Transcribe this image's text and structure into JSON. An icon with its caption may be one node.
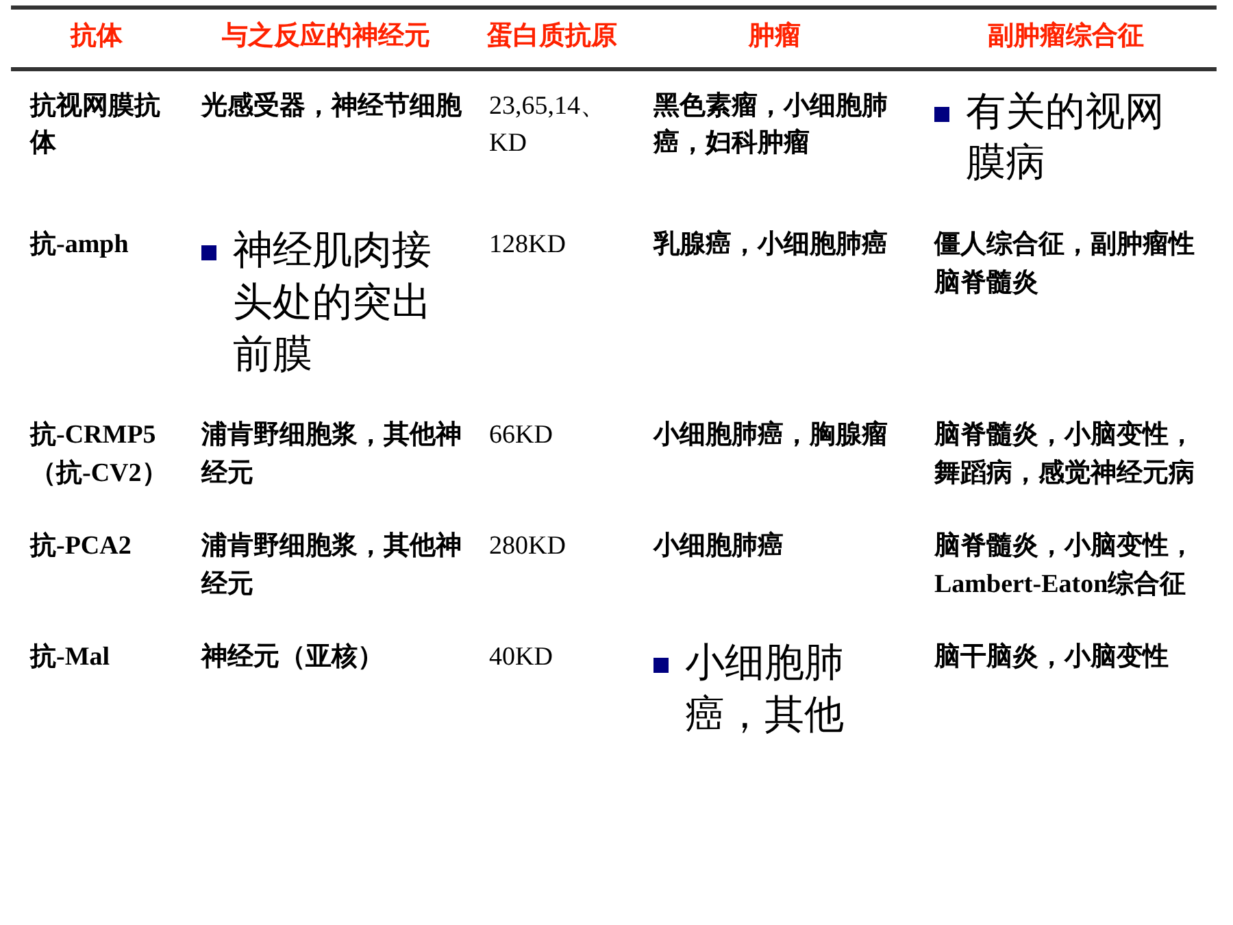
{
  "diagram": {
    "labels": [
      "抗体",
      "与之反应的神经元",
      "蛋白质抗原",
      "肿瘤",
      "副肿瘤综合征",
      "抗视网膜抗体",
      "光感受器，神经节细胞",
      "23,65,14、KD",
      "黑色素瘤，小细胞肺癌，妇科肿瘤",
      "有关的视网膜病",
      "抗-amph",
      "神经肌肉接头处的突出前膜",
      "128KD",
      "乳腺癌，小细胞肺癌",
      "僵人综合征，副肿瘤性脑脊髓炎",
      "抗-CRMP5（抗-CV2）",
      "浦肯野细胞浆，其他神经元",
      "66KD",
      "小细胞肺癌，胸腺瘤",
      "脑脊髓炎，小脑变性，舞蹈病，感觉神经元病",
      "抗-PCA2",
      "浦肯野细胞浆，其他神经元",
      "280KD",
      "小细胞肺癌",
      "脑脊髓炎，小脑变性，Lambert-Eaton综合征",
      "抗-Mal",
      "神经元（亚核）",
      "40KD",
      "小细胞肺癌，其他",
      "脑干脑炎，小脑变性"
    ]
  }
}
